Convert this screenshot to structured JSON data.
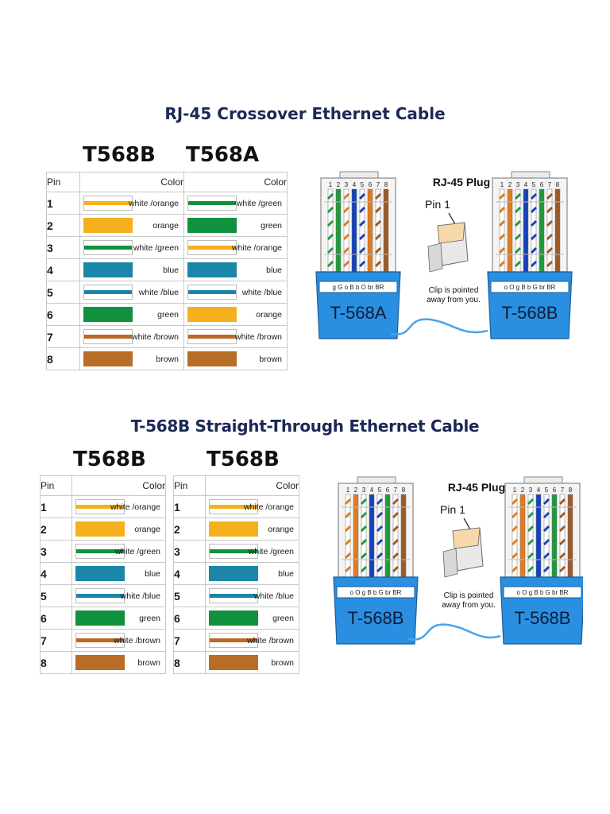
{
  "crossover": {
    "title": "RJ-45 Crossover Ethernet Cable",
    "standard_left": "T568B",
    "standard_right": "T568A",
    "col_pin": "Pin",
    "col_color": "Color",
    "pins": [
      "1",
      "2",
      "3",
      "4",
      "5",
      "6",
      "7",
      "8"
    ],
    "left": [
      {
        "name": "white /orange",
        "color": "#f5b01e",
        "striped": true
      },
      {
        "name": "orange",
        "color": "#f5b01e",
        "striped": false
      },
      {
        "name": "white /green",
        "color": "#11913e",
        "striped": true
      },
      {
        "name": "blue",
        "color": "#1b86a8",
        "striped": false
      },
      {
        "name": "white /blue",
        "color": "#1b86a8",
        "striped": true
      },
      {
        "name": "green",
        "color": "#11913e",
        "striped": false
      },
      {
        "name": "white /brown",
        "color": "#b86d26",
        "striped": true
      },
      {
        "name": "brown",
        "color": "#b86d26",
        "striped": false
      }
    ],
    "right": [
      {
        "name": "white /green",
        "color": "#11913e",
        "striped": true
      },
      {
        "name": "green",
        "color": "#11913e",
        "striped": false
      },
      {
        "name": "white /orange",
        "color": "#f5b01e",
        "striped": true
      },
      {
        "name": "blue",
        "color": "#1b86a8",
        "striped": false
      },
      {
        "name": "white /blue",
        "color": "#1b86a8",
        "striped": true
      },
      {
        "name": "orange",
        "color": "#f5b01e",
        "striped": false
      },
      {
        "name": "white /brown",
        "color": "#b86d26",
        "striped": true
      },
      {
        "name": "brown",
        "color": "#b86d26",
        "striped": false
      }
    ],
    "diagram": {
      "plug_left_label": "T-568A",
      "plug_right_label": "T-568B",
      "plug_left_codes": "g G o B b O br BR",
      "plug_right_codes": "o O g B b G br BR",
      "plug_left_wires": [
        "#1e9a3c",
        "#1e9a3c",
        "#e07b1f",
        "#1442b8",
        "#1442b8",
        "#e07b1f",
        "#9b5a26",
        "#9b5a26"
      ],
      "plug_right_wires": [
        "#e07b1f",
        "#e07b1f",
        "#1e9a3c",
        "#1442b8",
        "#1442b8",
        "#1e9a3c",
        "#9b5a26",
        "#9b5a26"
      ],
      "plug_left_striped": [
        true,
        false,
        true,
        false,
        true,
        false,
        true,
        false
      ],
      "plug_right_striped": [
        true,
        false,
        true,
        false,
        true,
        false,
        true,
        false
      ],
      "pin_numbers": [
        "1",
        "2",
        "3",
        "4",
        "5",
        "6",
        "7",
        "8"
      ],
      "plug_title": "RJ-45 Plug",
      "pin1_label": "Pin 1",
      "clip_note_1": "Clip is pointed",
      "clip_note_2": "away from you."
    }
  },
  "straight": {
    "title": "T-568B Straight-Through Ethernet Cable",
    "standard_left": "T568B",
    "standard_right": "T568B",
    "col_pin": "Pin",
    "col_color": "Color",
    "pins": [
      "1",
      "2",
      "3",
      "4",
      "5",
      "6",
      "7",
      "8"
    ],
    "left": [
      {
        "name": "white /orange",
        "color": "#f5b01e",
        "striped": true
      },
      {
        "name": "orange",
        "color": "#f5b01e",
        "striped": false
      },
      {
        "name": "white /green",
        "color": "#11913e",
        "striped": true
      },
      {
        "name": "blue",
        "color": "#1b86a8",
        "striped": false
      },
      {
        "name": "white /blue",
        "color": "#1b86a8",
        "striped": true
      },
      {
        "name": "green",
        "color": "#11913e",
        "striped": false
      },
      {
        "name": "white /brown",
        "color": "#b86d26",
        "striped": true
      },
      {
        "name": "brown",
        "color": "#b86d26",
        "striped": false
      }
    ],
    "right": [
      {
        "name": "white /orange",
        "color": "#f5b01e",
        "striped": true
      },
      {
        "name": "orange",
        "color": "#f5b01e",
        "striped": false
      },
      {
        "name": "white /green",
        "color": "#11913e",
        "striped": true
      },
      {
        "name": "blue",
        "color": "#1b86a8",
        "striped": false
      },
      {
        "name": "white /blue",
        "color": "#1b86a8",
        "striped": true
      },
      {
        "name": "green",
        "color": "#11913e",
        "striped": false
      },
      {
        "name": "white /brown",
        "color": "#b86d26",
        "striped": true
      },
      {
        "name": "brown",
        "color": "#b86d26",
        "striped": false
      }
    ],
    "diagram": {
      "plug_left_label": "T-568B",
      "plug_right_label": "T-568B",
      "plug_left_codes": "o O g B b G br BR",
      "plug_right_codes": "o O g B b G br BR",
      "plug_left_wires": [
        "#e07b1f",
        "#e07b1f",
        "#1e9a3c",
        "#1442b8",
        "#1442b8",
        "#1e9a3c",
        "#9b5a26",
        "#9b5a26"
      ],
      "plug_right_wires": [
        "#e07b1f",
        "#e07b1f",
        "#1e9a3c",
        "#1442b8",
        "#1442b8",
        "#1e9a3c",
        "#9b5a26",
        "#9b5a26"
      ],
      "plug_left_striped": [
        true,
        false,
        true,
        false,
        true,
        false,
        true,
        false
      ],
      "plug_right_striped": [
        true,
        false,
        true,
        false,
        true,
        false,
        true,
        false
      ],
      "pin_numbers": [
        "1",
        "2",
        "3",
        "4",
        "5",
        "6",
        "7",
        "8"
      ],
      "plug_title": "RJ-45 Plug",
      "pin1_label": "Pin 1",
      "clip_note_1": "Clip is pointed",
      "clip_note_2": "away from you."
    }
  },
  "colors": {
    "title": "#1c2857",
    "boot": "#2a8fe0",
    "cable": "#4aa4e8"
  }
}
